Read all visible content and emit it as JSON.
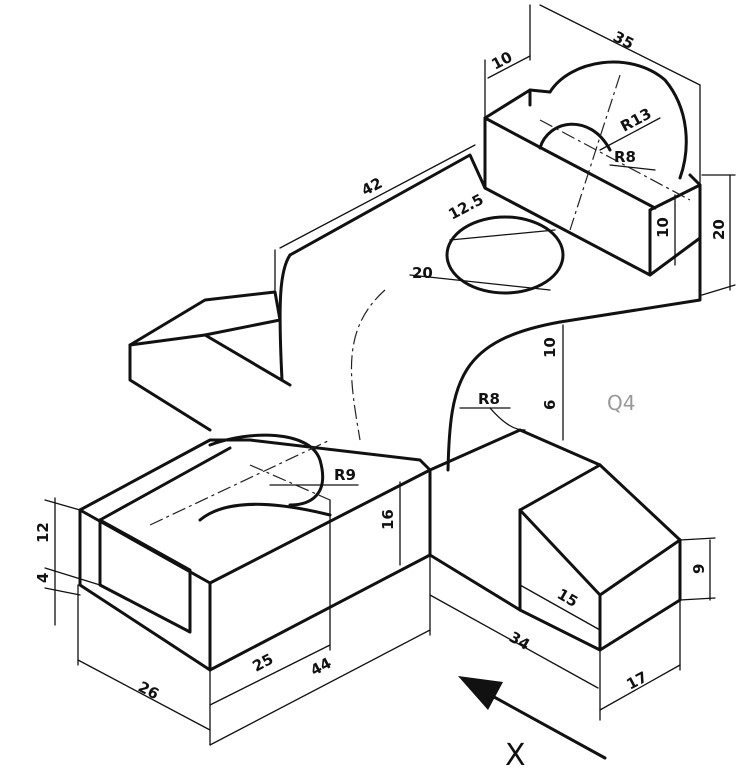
{
  "drawing": {
    "dimensions": {
      "d35": "35",
      "d10_top": "10",
      "r13": "R13",
      "r8_top": "R8",
      "d42": "42",
      "d12_5": "12.5",
      "d20_hole": "20",
      "d10_right": "10",
      "d20_right": "20",
      "d10_step": "10",
      "d6": "6",
      "r8_mid": "R8",
      "r9": "R9",
      "d16": "16",
      "d12": "12",
      "d4": "4",
      "d26": "26",
      "d25": "25",
      "d44": "44",
      "d34": "34",
      "d15": "15",
      "d9": "9",
      "d17": "17"
    },
    "handwritten_note": "Q4",
    "view_label": "X"
  }
}
